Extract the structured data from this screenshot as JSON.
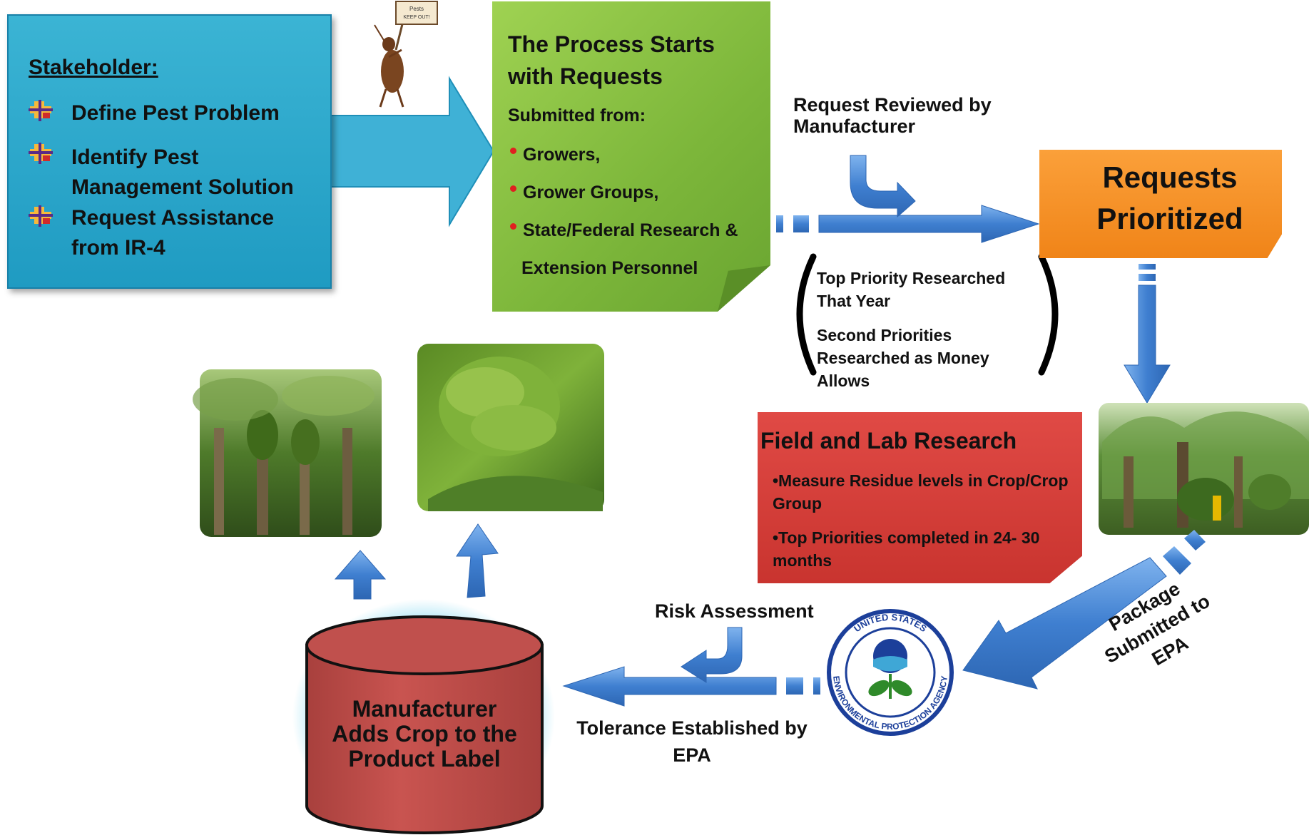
{
  "stakeholder": {
    "title": "Stakeholder:",
    "items": [
      {
        "label": "Define Pest Problem"
      },
      {
        "label": "Identify Pest Management Solution"
      },
      {
        "label": "Request Assistance from  IR-4"
      }
    ]
  },
  "mascot": {
    "sign_line1": "Pests",
    "sign_line2": "KEEP OUT!"
  },
  "requests": {
    "title": "The Process Starts with Requests",
    "submitted_from": "Submitted from:",
    "sources": [
      {
        "label": "Growers,"
      },
      {
        "label": "Grower Groups,"
      },
      {
        "label": "State/Federal Research &"
      },
      {
        "label": "Extension Personnel"
      }
    ]
  },
  "review_label": "Request Reviewed by Manufacturer",
  "prioritized": {
    "label": "Requests Prioritized"
  },
  "priority_notes": {
    "top": "Top Priority Researched That Year",
    "second": "Second Priorities Researched as Money Allows"
  },
  "research": {
    "title": "Field and Lab Research",
    "items": [
      {
        "label": "•Measure Residue levels in Crop/Crop Group"
      },
      {
        "label": "•Top Priorities completed  in 24- 30 months"
      }
    ]
  },
  "package_label": "Package Submitted to EPA",
  "epa_seal": {
    "top_text": "UNITED STATES",
    "bottom_text": "ENVIRONMENTAL PROTECTION AGENCY"
  },
  "risk_label": "Risk Assessment",
  "tolerance_label": "Tolerance Established by EPA",
  "cylinder": {
    "label": "Manufacturer Adds Crop to the Product Label"
  },
  "colors": {
    "stakeholder_box": "#28a7cc",
    "requests_box": "#8cc447",
    "prioritized_box": "#f7931e",
    "research_box": "#d63d38",
    "arrow": "#4a8ad6",
    "cylinder": "#c0504d",
    "cylinder_glow": "#7fd7f0"
  }
}
